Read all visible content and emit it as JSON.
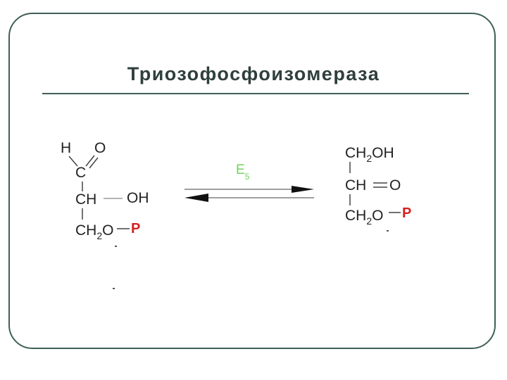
{
  "slide": {
    "title": "Триозофосфоизомераза",
    "frame_color": "#3f5f58",
    "title_color": "#2f3f3c"
  },
  "reaction": {
    "enzyme": {
      "label": "E",
      "subscript": "5",
      "color": "#6fd35a"
    },
    "phosphate_color": "#d62020",
    "arrow": "reversible-equilibrium",
    "substrate": {
      "h": "H",
      "o": "O",
      "c": "C",
      "ch": "CH",
      "oh": "OH",
      "ch2o_main": "CH",
      "ch2o_sub": "2",
      "ch2o_tail": "O",
      "phosphate": "P"
    },
    "product": {
      "ch2oh_main": "CH",
      "ch2oh_sub": "2",
      "ch2oh_tail": "OH",
      "ch": "CH",
      "o": "O",
      "ch2o_main": "CH",
      "ch2o_sub": "2",
      "ch2o_tail": "O",
      "phosphate": "P"
    }
  }
}
